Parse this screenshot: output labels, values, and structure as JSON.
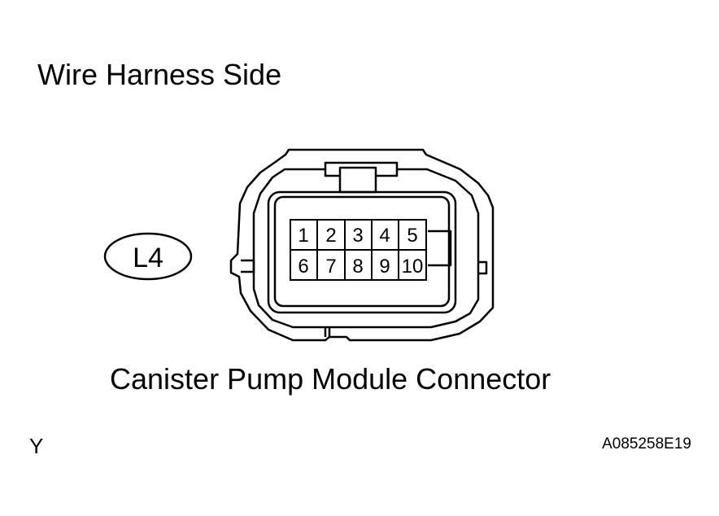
{
  "side_label": "Wire Harness Side",
  "connector_code": "L4",
  "connector_name": "Canister Pump Module Connector",
  "corner_letter": "Y",
  "figure_code": "A085258E19",
  "pins": {
    "top_row": [
      "1",
      "2",
      "3",
      "4",
      "5"
    ],
    "bottom_row": [
      "6",
      "7",
      "8",
      "9",
      "10"
    ]
  }
}
